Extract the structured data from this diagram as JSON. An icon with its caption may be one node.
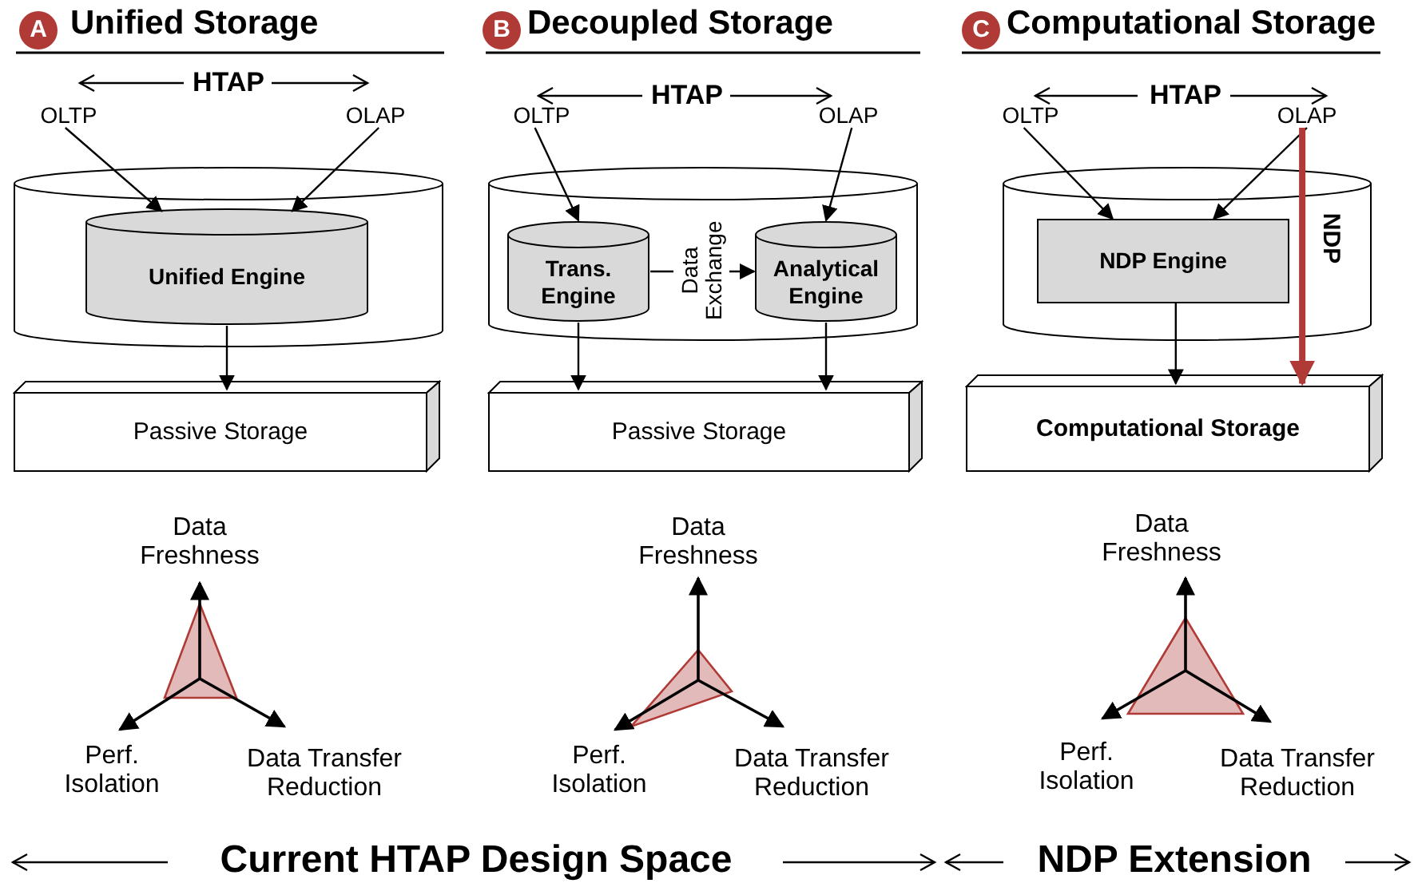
{
  "diagram": {
    "nodes": [
      {
        "text": [
          "A"
        ],
        "beside": [
          "Unified Storage"
        ]
      },
      {
        "text": [
          "OLTP"
        ]
      },
      {
        "text": [
          "OLAP"
        ]
      },
      {
        "text": [],
        "shape": "cylinder"
      },
      {
        "text": [
          "Unified Engine"
        ],
        "in": 3
      },
      {
        "text": [
          "Passive Storage"
        ]
      },
      {
        "text": [
          "B"
        ],
        "beside": [
          "Decoupled Storage"
        ]
      },
      {
        "text": [
          "OLTP"
        ]
      },
      {
        "text": [
          "OLAP"
        ]
      },
      {
        "text": [],
        "shape": "cylinder"
      },
      {
        "text": [
          "Trans. Engine"
        ],
        "in": 9
      },
      {
        "text": [
          "Analytical Engine"
        ],
        "in": 9
      },
      {
        "text": [
          "Passive Storage"
        ]
      },
      {
        "text": [
          "C"
        ],
        "beside": [
          "Computational Storage"
        ]
      },
      {
        "text": [
          "OLTP"
        ]
      },
      {
        "text": [
          "OLAP"
        ]
      },
      {
        "text": [],
        "shape": "cylinder"
      },
      {
        "text": [
          "NDP Engine"
        ],
        "in": 16
      },
      {
        "text": [
          "Computational Storage"
        ]
      }
    ],
    "edges": [
      {
        "from": 1,
        "to": 4,
        "arrow": "to"
      },
      {
        "from": 2,
        "to": 4,
        "arrow": "to"
      },
      {
        "from": 4,
        "to": 5,
        "arrow": "to"
      },
      {
        "from": 7,
        "to": 10,
        "arrow": "to"
      },
      {
        "from": 8,
        "to": 11,
        "arrow": "to"
      },
      {
        "from": 10,
        "to": 11,
        "arrow": "to",
        "label": "Data Exchange"
      },
      {
        "from": 10,
        "to": 12,
        "arrow": "to"
      },
      {
        "from": 11,
        "to": 12,
        "arrow": "to"
      },
      {
        "from": 14,
        "to": 17,
        "arrow": "to"
      },
      {
        "from": 15,
        "to": 17,
        "arrow": "to"
      },
      {
        "from": 17,
        "to": 18,
        "arrow": "to"
      },
      {
        "from": 15,
        "to": 18,
        "arrow": "to",
        "label": "NDP",
        "style": "thick",
        "color": "#b03a36"
      }
    ],
    "labels": [
      "HTAP",
      "Data Freshness",
      "Perf. Isolation",
      "Data Transfer Reduction",
      "HTAP",
      "Data Freshness",
      "Perf. Isolation",
      "Data Transfer Reduction",
      "HTAP",
      "Data Freshness",
      "Perf. Isolation",
      "Data Transfer Reduction",
      "Current HTAP Design Space",
      "NDP Extension"
    ]
  }
}
